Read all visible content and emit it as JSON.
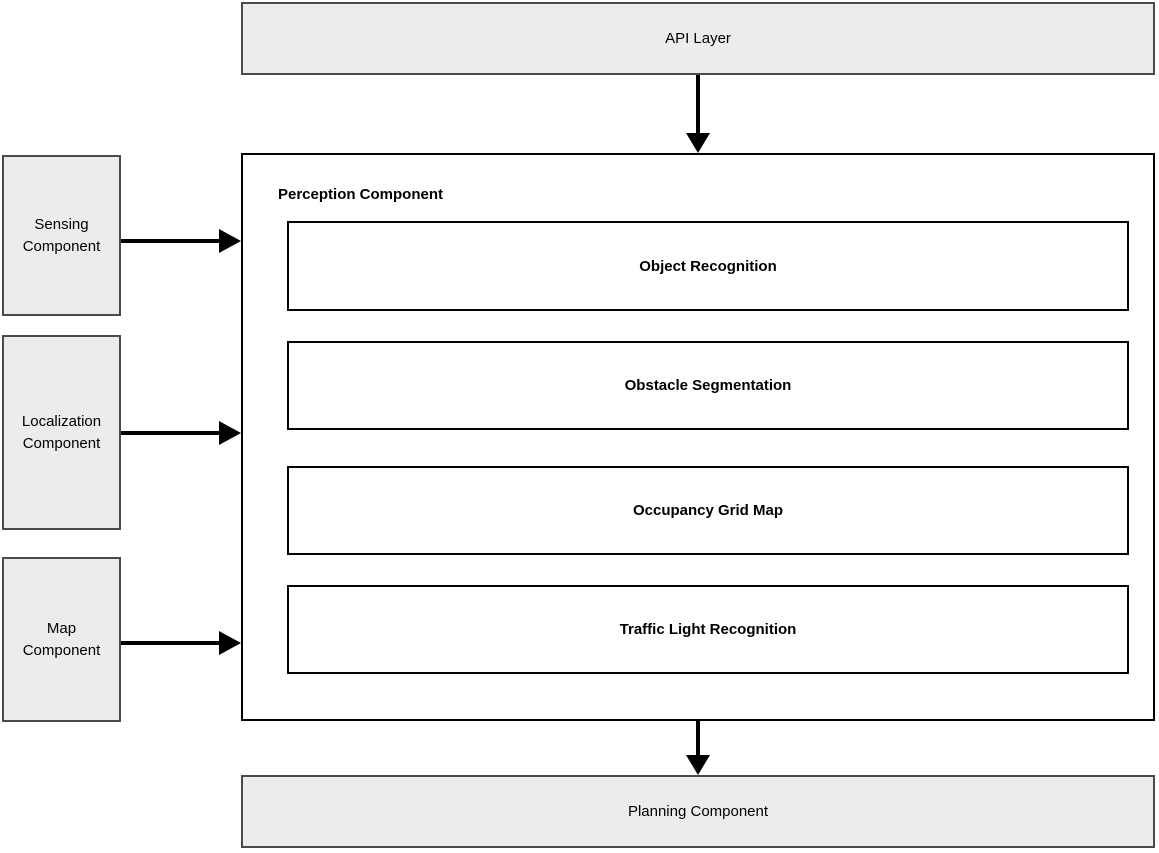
{
  "colors": {
    "node_fill": "#ececec",
    "node_border": "#4a4a4a",
    "container_border": "#000000",
    "arrow": "#000000",
    "text": "#000000",
    "background": "#ffffff"
  },
  "diagram": {
    "api_layer": {
      "label": "API Layer"
    },
    "inputs": [
      {
        "id": "sensing",
        "label": "Sensing\nComponent"
      },
      {
        "id": "localization",
        "label": "Localization\nComponent"
      },
      {
        "id": "map",
        "label": "Map\nComponent"
      }
    ],
    "perception": {
      "title": "Perception Component",
      "modules": [
        {
          "label": "Object Recognition"
        },
        {
          "label": "Obstacle Segmentation"
        },
        {
          "label": "Occupancy Grid Map"
        },
        {
          "label": "Traffic Light Recognition"
        }
      ]
    },
    "planning": {
      "label": "Planning Component"
    }
  }
}
